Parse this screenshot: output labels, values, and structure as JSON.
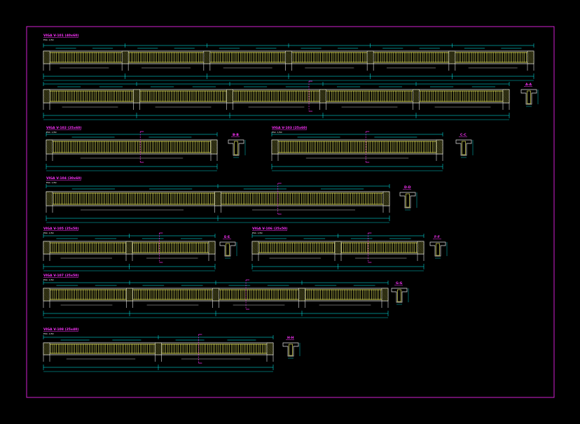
{
  "colors": {
    "background": "#000000",
    "border": "#d11fd1",
    "title": "#ff33ff",
    "beam_outline": "#e8e8e8",
    "stirrup": "#ffff66",
    "rebar": "#ffff66",
    "dimension": "#00ffff",
    "section_mark": "#ff33ff",
    "hatch": "#ffff66",
    "annotation": "#ffffff",
    "cut_line": "#ff33ff"
  },
  "beam_rows": [
    {
      "id": "row1",
      "title": "VIGA  V-101 (40x60)",
      "scale": "ESC. 1/50",
      "spans": 6,
      "section_label": "",
      "has_section": false
    },
    {
      "id": "row2",
      "title": "",
      "scale": "",
      "spans": 5,
      "section_label": "A-A",
      "has_section": true
    },
    {
      "id": "row3a",
      "title": "VIGA  V-102 (25x60)",
      "scale": "ESC. 1/50",
      "spans": 1,
      "section_label": "B-B",
      "has_section": true
    },
    {
      "id": "row3b",
      "title": "VIGA  V-103 (25x60)",
      "scale": "ESC. 1/50",
      "spans": 1,
      "section_label": "C-C",
      "has_section": true
    },
    {
      "id": "row4",
      "title": "VIGA  V-104 (30x60)",
      "scale": "ESC. 1/50",
      "spans": 2,
      "section_label": "D-D",
      "has_section": true
    },
    {
      "id": "row5a",
      "title": "VIGA  V-105 (25x50)",
      "scale": "ESC. 1/50",
      "spans": 2,
      "section_label": "E-E",
      "has_section": true
    },
    {
      "id": "row5b",
      "title": "VIGA  V-106 (25x50)",
      "scale": "ESC. 1/50",
      "spans": 2,
      "section_label": "F-F",
      "has_section": true
    },
    {
      "id": "row6",
      "title": "VIGA  V-107 (25x50)",
      "scale": "ESC. 1/50",
      "spans": 4,
      "section_label": "G-G",
      "has_section": true
    },
    {
      "id": "row7",
      "title": "VIGA  V-108 (25x40)",
      "scale": "ESC. 1/50",
      "spans": 2,
      "section_label": "H-H",
      "has_section": true
    }
  ]
}
